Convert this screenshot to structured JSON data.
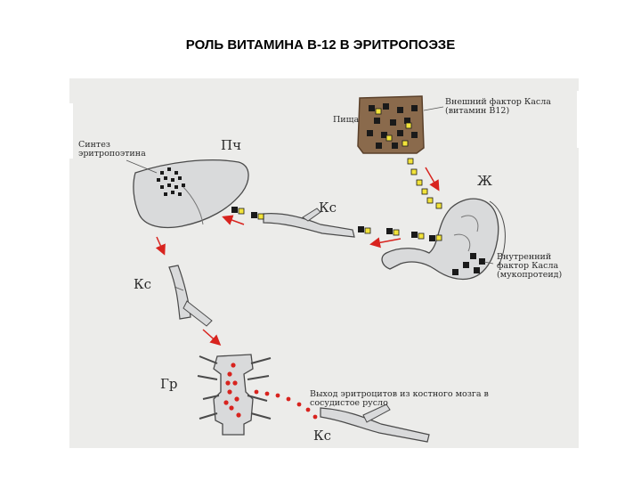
{
  "slide": {
    "title": "РОЛЬ ВИТАМИНА В-12 В ЭРИТРОПОЭЗЕ"
  },
  "diagram": {
    "labels": {
      "food": "Пища",
      "external_factor": "Внешний фактор Касла (витамин B12)",
      "stomach": "Ж",
      "internal_factor": "Внутренний фактор Касла (мукопротеид)",
      "liver": "Пч",
      "synthesis": "Синтез эритропоэтина",
      "blood_vessel_1": "Кс",
      "blood_vessel_2": "Кс",
      "blood_vessel_3": "Кс",
      "bone_marrow": "Гр",
      "erythrocyte_exit": "Выход эритроцитов из костного мозга в сосудистое русло"
    },
    "colors": {
      "background": "#ececea",
      "arrow": "#d8231e",
      "vitamin_particle": "#f2e33a",
      "factor_particle": "#1a1a1a",
      "erythrocyte": "#d8231e",
      "organ_fill": "#d9dadb",
      "organ_stroke": "#4a4a4a",
      "food_fill": "#8a6a4c"
    }
  }
}
